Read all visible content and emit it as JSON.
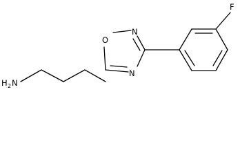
{
  "molecule": {
    "atoms": {
      "fluorine": "F",
      "ring_oxygen": "O",
      "ring_nitrogen_top": "N",
      "ring_nitrogen_bottom": "N",
      "amine_H": "H",
      "amine_sub": "2",
      "amine_N": "N"
    }
  }
}
